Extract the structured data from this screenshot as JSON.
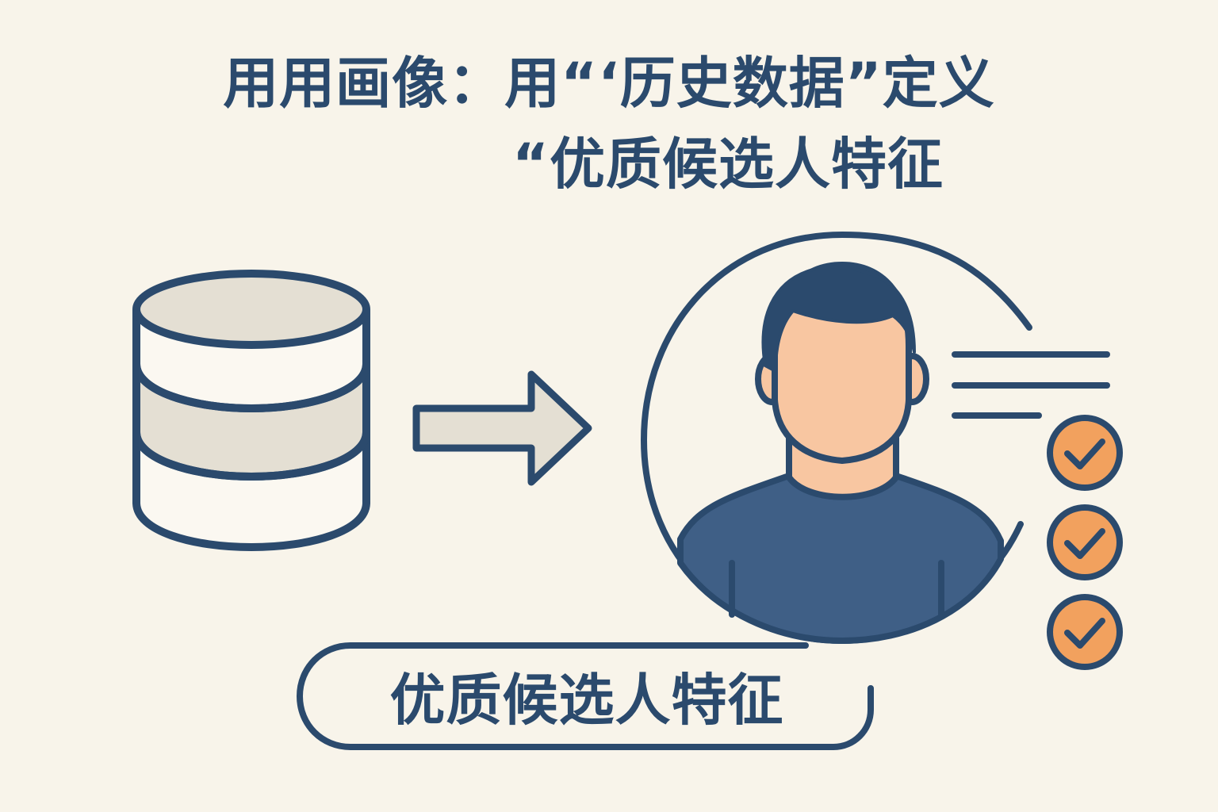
{
  "title": {
    "line1": "用用画像：用“‘历史数据”定义",
    "line2": "“优质候选人特征"
  },
  "label": {
    "text": "优质候选人特征"
  },
  "colors": {
    "background": "#f8f4ea",
    "navy": "#2b4a6d",
    "band": "#e4dfd3",
    "skin": "#f8c6a1",
    "shirt": "#3f5f86",
    "check": "#f2a15e"
  },
  "icons": {
    "source": "database-icon",
    "flow": "right-arrow-icon",
    "profile": "person-avatar-icon",
    "checks": [
      "check-circle-icon",
      "check-circle-icon",
      "check-circle-icon"
    ]
  }
}
